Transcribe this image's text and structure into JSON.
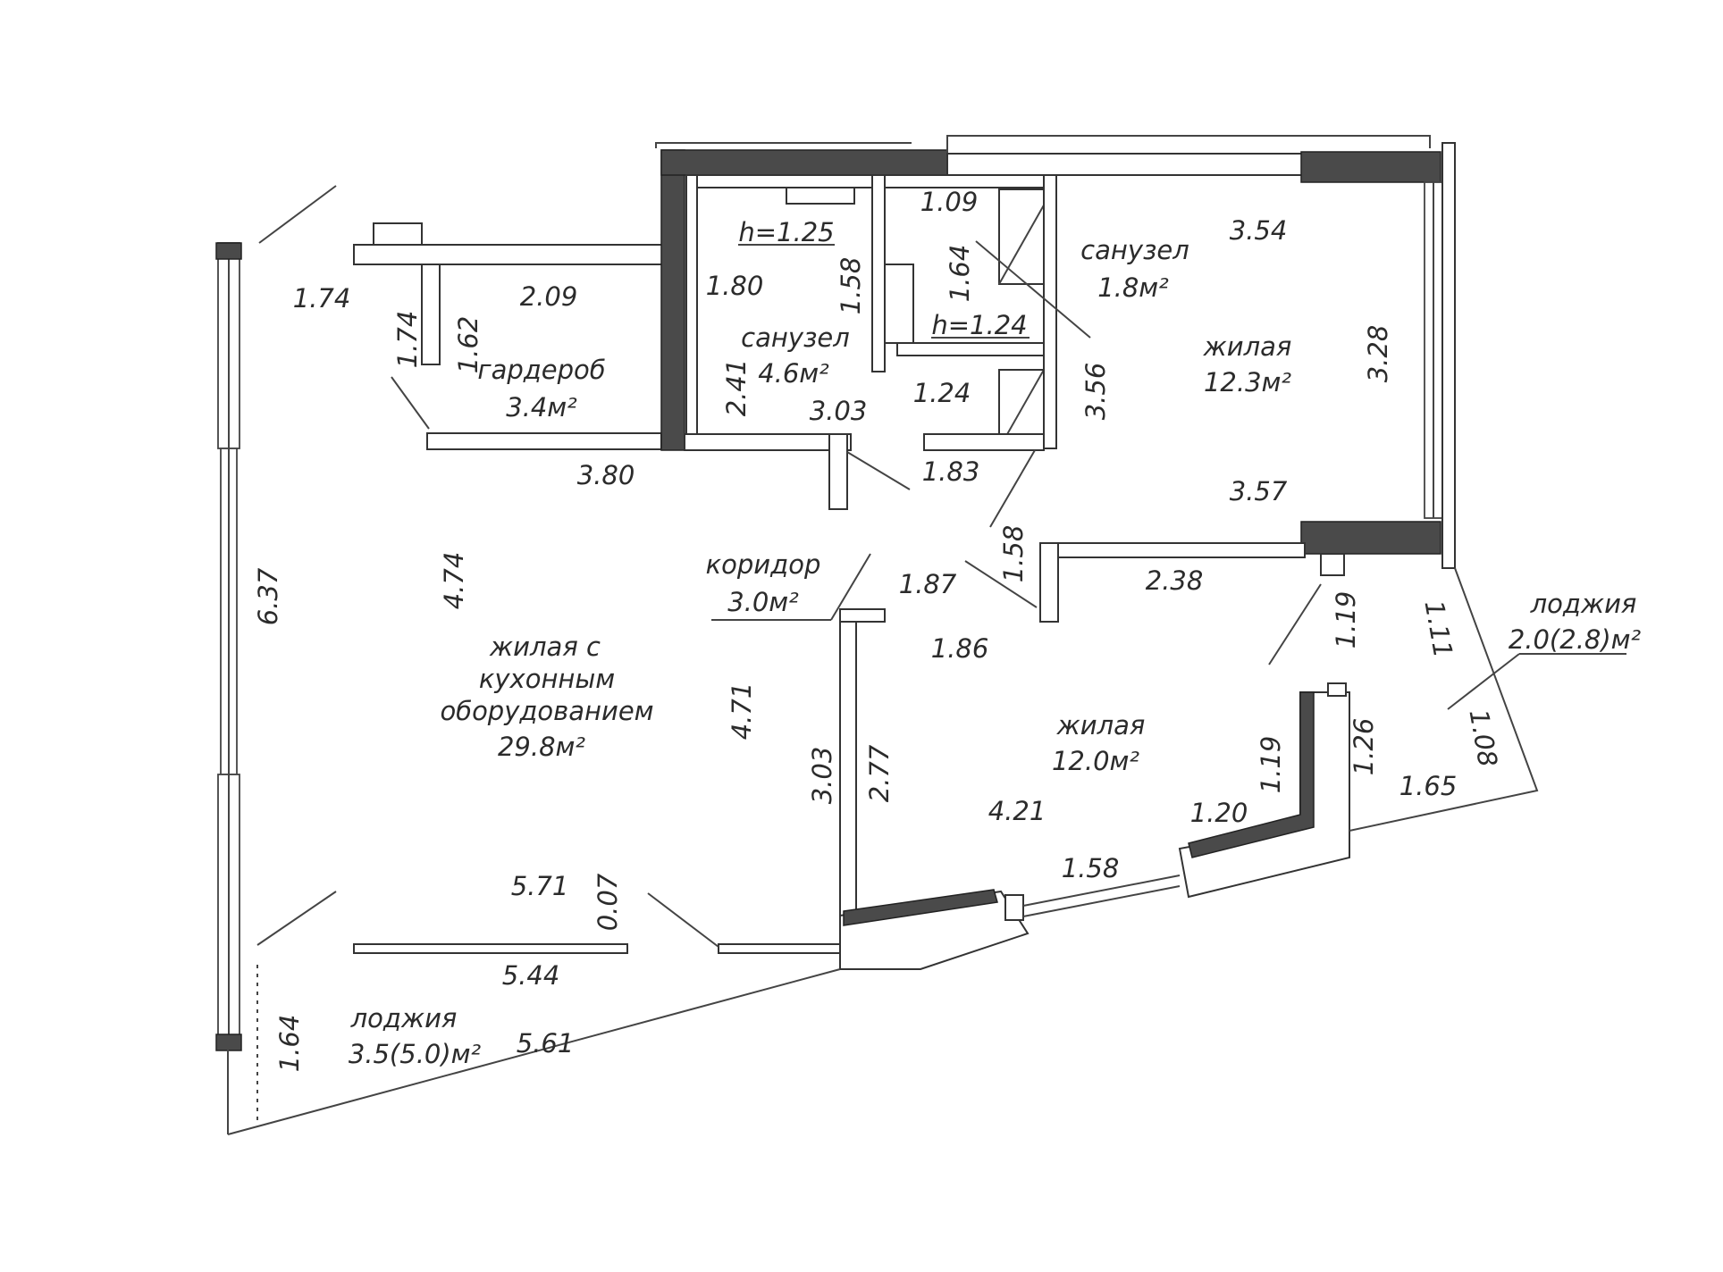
{
  "rooms": {
    "wardrobe": {
      "name": "гардероб",
      "area": "3.4м²"
    },
    "bath_big": {
      "name": "санузел",
      "area": "4.6м²"
    },
    "bath_small": {
      "name": "санузел",
      "area": "1.8м²"
    },
    "living_ne": {
      "name": "жилая",
      "area": "12.3м²"
    },
    "corridor": {
      "name": "коридор",
      "area": "3.0м²"
    },
    "kitchen_living": {
      "line1": "жилая с",
      "line2": "кухонным",
      "line3": "оборудованием",
      "area": "29.8м²"
    },
    "living_se": {
      "name": "жилая",
      "area": "12.0м²"
    },
    "loggia_sw": {
      "name": "лоджия",
      "area": "3.5(5.0)м²"
    },
    "loggia_e": {
      "name": "лоджия",
      "area": "2.0(2.8)м²"
    }
  },
  "heights": [
    "h=1.25",
    "h=1.24"
  ],
  "dimensions": [
    "1.74",
    "2.09",
    "1.74",
    "1.62",
    "3.80",
    "6.37",
    "4.74",
    "4.71",
    "1.80",
    "1.58",
    "2.41",
    "3.03",
    "1.09",
    "1.64",
    "1.24",
    "1.83",
    "3.56",
    "3.54",
    "3.28",
    "3.57",
    "1.58",
    "1.87",
    "2.38",
    "1.86",
    "1.19",
    "1.11",
    "1.08",
    "1.65",
    "1.26",
    "1.19",
    "1.20",
    "1.58",
    "4.21",
    "2.77",
    "3.03",
    "5.71",
    "0.07",
    "5.44",
    "5.61",
    "1.64"
  ]
}
